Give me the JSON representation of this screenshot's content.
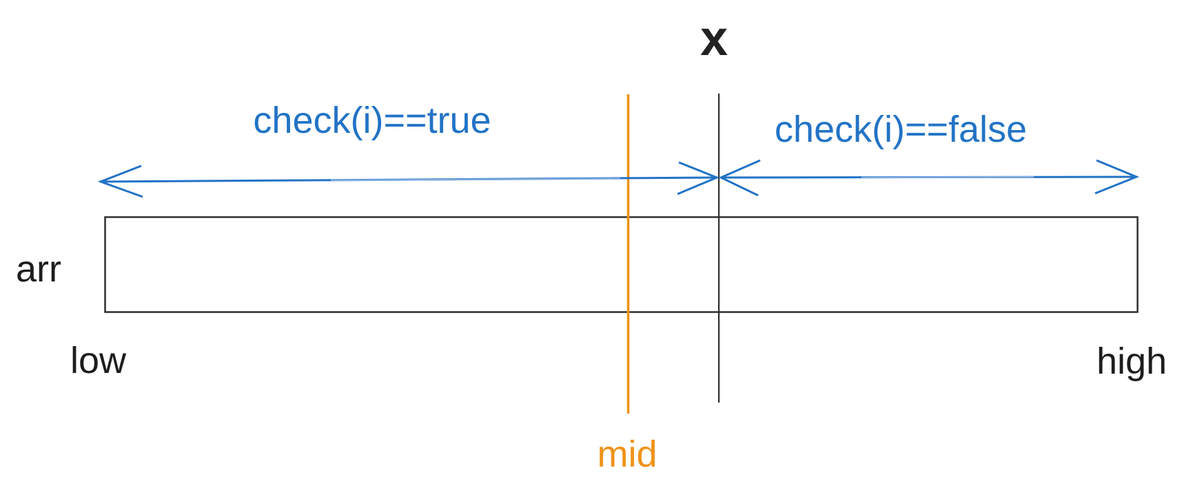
{
  "diagram": {
    "target_label": "x",
    "array_label": "arr",
    "low_label": "low",
    "high_label": "high",
    "mid_label": "mid",
    "left_condition": "check(i)==true",
    "right_condition": "check(i)==false"
  },
  "colors": {
    "blue": "#2273c6",
    "blue_light": "#7fabdf",
    "orange": "#ef9217",
    "line_dark": "#2e2e2e",
    "text_dark": "#1d1d1f"
  }
}
